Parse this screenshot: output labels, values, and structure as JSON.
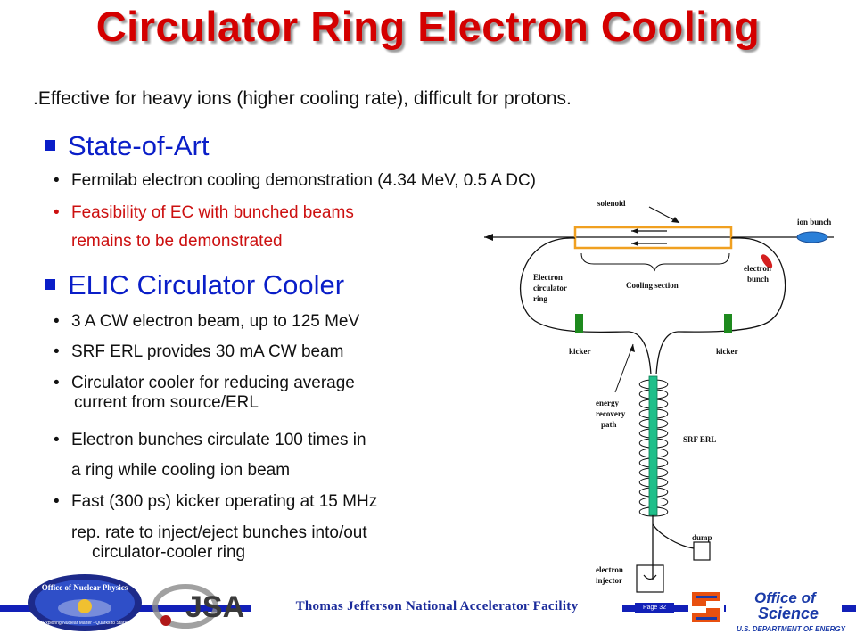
{
  "title": "Circulator Ring Electron Cooling",
  "intro": ".Effective for heavy ions (higher cooling rate), difficult for protons.",
  "sections": [
    {
      "heading": "State-of-Art",
      "bullets": [
        "Fermilab electron cooling demonstration (4.34 MeV, 0.5 A DC)",
        "Feasibility of EC with bunched beams"
      ],
      "continuation": "remains to be demonstrated"
    },
    {
      "heading": "ELIC Circulator Cooler",
      "bullets": [
        "3 A CW electron beam, up to 125 MeV",
        "SRF ERL provides 30 mA CW beam",
        "Circulator cooler for reducing average",
        "Electron bunches circulate 100 times in",
        "Fast (300 ps) kicker operating at 15 MHz"
      ],
      "continuations": [
        "current from source/ERL",
        "a ring while cooling ion beam",
        "rep. rate to inject/eject bunches into/out",
        "circulator-cooler ring"
      ]
    }
  ],
  "diagram": {
    "solenoid": "solenoid",
    "ion_bunch": "ion bunch",
    "electron_circulator_ring": [
      "Electron",
      "circulator",
      "ring"
    ],
    "cooling_section": "Cooling section",
    "electron_bunch": [
      "electron",
      "bunch"
    ],
    "kicker_left": "kicker",
    "kicker_right": "kicker",
    "energy_recovery_path": [
      "energy",
      "recovery",
      "path"
    ],
    "srf_erl": "SRF ERL",
    "dump": "dump",
    "electron_injector": [
      "electron",
      "injector"
    ]
  },
  "footer": {
    "text": "Thomas Jefferson National Accelerator Facility",
    "page": "Page 32"
  },
  "logos": {
    "nuclear_physics": [
      "Office of Nuclear Physics",
      "Exploring Nuclear Matter - Quarks to Stars"
    ],
    "jsa": "JSA",
    "office_of_science": [
      "Office of",
      "Science",
      "U.S. DEPARTMENT OF ENERGY"
    ]
  },
  "colors": {
    "title": "#d40000",
    "heading": "#0a1ec8",
    "highlight": "#cc1010",
    "band": "#1220b8",
    "erl": "#1fbf8a",
    "kicker": "#1e8a1e",
    "solenoid": "#f0a020",
    "ion_bunch": "#2a7fd8"
  }
}
